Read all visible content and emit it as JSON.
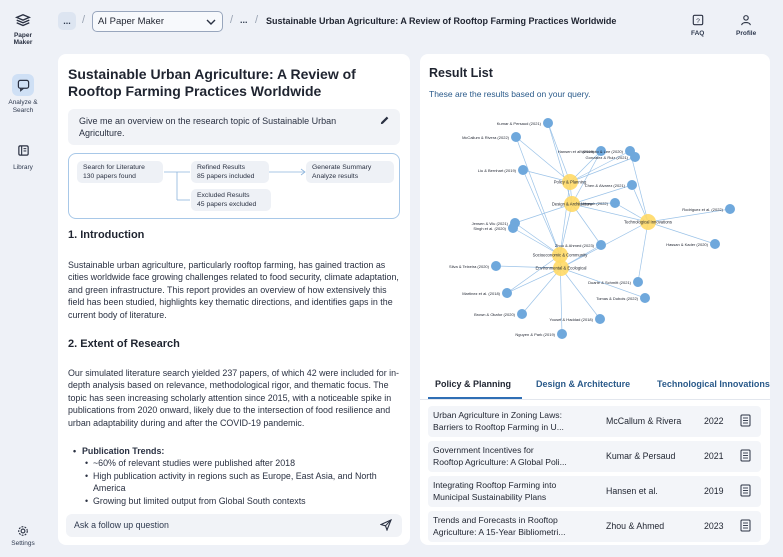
{
  "app": {
    "logo_text": "Paper Maker"
  },
  "sidebar": {
    "items": [
      {
        "label": "Analyze & Search",
        "icon": "chat-bubble-icon",
        "active": true
      },
      {
        "label": "Library",
        "icon": "library-icon",
        "active": false
      }
    ],
    "settings_label": "Settings"
  },
  "topbar": {
    "crumb_more": "...",
    "select_value": "AI Paper Maker",
    "crumb_dots": "...",
    "title": "Sustainable Urban Agriculture: A Review of Rooftop Farming Practices Worldwide",
    "faq_label": "FAQ",
    "profile_label": "Profile"
  },
  "doc": {
    "title": "Sustainable Urban Agriculture: A Review of Rooftop Farming Practices Worldwide",
    "query": "Give me an overview on the research topic of Sustainable Urban Agriculture.",
    "flow": {
      "search": {
        "title": "Search for Literature",
        "detail": "130 papers found"
      },
      "refined": {
        "title": "Refined Results",
        "detail": "85 papers included"
      },
      "summary": {
        "title": "Generate Summary",
        "detail": "Analyze results"
      },
      "excluded": {
        "title": "Excluded Results",
        "detail": "45 papers excluded"
      }
    },
    "intro_heading": "1. Introduction",
    "intro_text": "Sustainable urban agriculture, particularly rooftop farming, has gained traction as cities worldwide face growing challenges related to food security, climate adaptation, and green infrastructure. This report provides an overview of how extensively this field has been studied, highlights key thematic directions, and identifies gaps in the current body of literature.",
    "extent_heading": "2. Extent of Research",
    "extent_text": "Our simulated literature search yielded 237 papers, of which 42 were included for in-depth analysis based on relevance, methodological rigor, and thematic focus. The topic has seen increasing scholarly attention since 2015, with a noticeable spike in publications from 2020 onward, likely due to the intersection of food resilience and urban adaptability during and after the COVID-19 pandemic.",
    "trends_label": "Publication Trends:",
    "trends": [
      "~60% of relevant studies were published after 2018",
      "High publication activity in regions such as Europe, East Asia, and North America",
      "Growing but limited output from Global South contexts"
    ],
    "followup_placeholder": "Ask a follow up question"
  },
  "results": {
    "title": "Result List",
    "subtitle": "These are the results based on your query.",
    "graph": {
      "hubs": [
        {
          "label": "Policy & Planning"
        },
        {
          "label": "Design & Architecture"
        },
        {
          "label": "Technological Innovations"
        },
        {
          "label": "Socioeconomic & Community"
        },
        {
          "label": "Environmental & Ecological"
        }
      ],
      "papers": [
        "Kumar & Persaud (2021)",
        "McCallum & Rivera (2022)",
        "Hansen et al. (2019)",
        "Yamamoto & Lee (2020)",
        "Gonzalez & Ruiz (2021)",
        "Liu & Bernhart (2019)",
        "Chen & Alvarez (2021)",
        "Okafor & Mensah (2022)",
        "Rodriguez et al. (2022)",
        "Jensen & Wu (2021)",
        "Singh et al. (2020)",
        "Hassan & Kader (2020)",
        "Zhou & Ahmed (2023)",
        "Silva & Teixeira (2020)",
        "Duarte & Schmitt (2021)",
        "Tomas & Dubois (2022)",
        "Martinez et al. (2018)",
        "Brown & Okafor (2020)",
        "Yousef & Haddad (2018)",
        "Nguyen & Park (2019)"
      ]
    },
    "tabs": [
      "Policy & Planning",
      "Design & Architecture",
      "Technological Innovations"
    ],
    "rows": [
      {
        "title_line1": "Urban Agriculture in Zoning Laws:",
        "title_line2": "Barriers to Rooftop Farming in U...",
        "authors": "McCallum & Rivera",
        "year": "2022"
      },
      {
        "title_line1": "Government Incentives for",
        "title_line2": "Rooftop Agriculture: A Global Poli...",
        "authors": "Kumar & Persaud",
        "year": "2021"
      },
      {
        "title_line1": "Integrating Rooftop Farming into",
        "title_line2": "Municipal Sustainability Plans",
        "authors": "Hansen et al.",
        "year": "2019"
      },
      {
        "title_line1": "Trends and Forecasts in Rooftop",
        "title_line2": "Agriculture: A 15-Year Bibliometri...",
        "authors": "Zhou & Ahmed",
        "year": "2023"
      }
    ]
  },
  "colors": {
    "accent": "#2f6fb5",
    "node_paper": "#6fa8dc",
    "node_hub": "#ffd966",
    "panel": "#ffffff",
    "background": "#eef1f7"
  }
}
